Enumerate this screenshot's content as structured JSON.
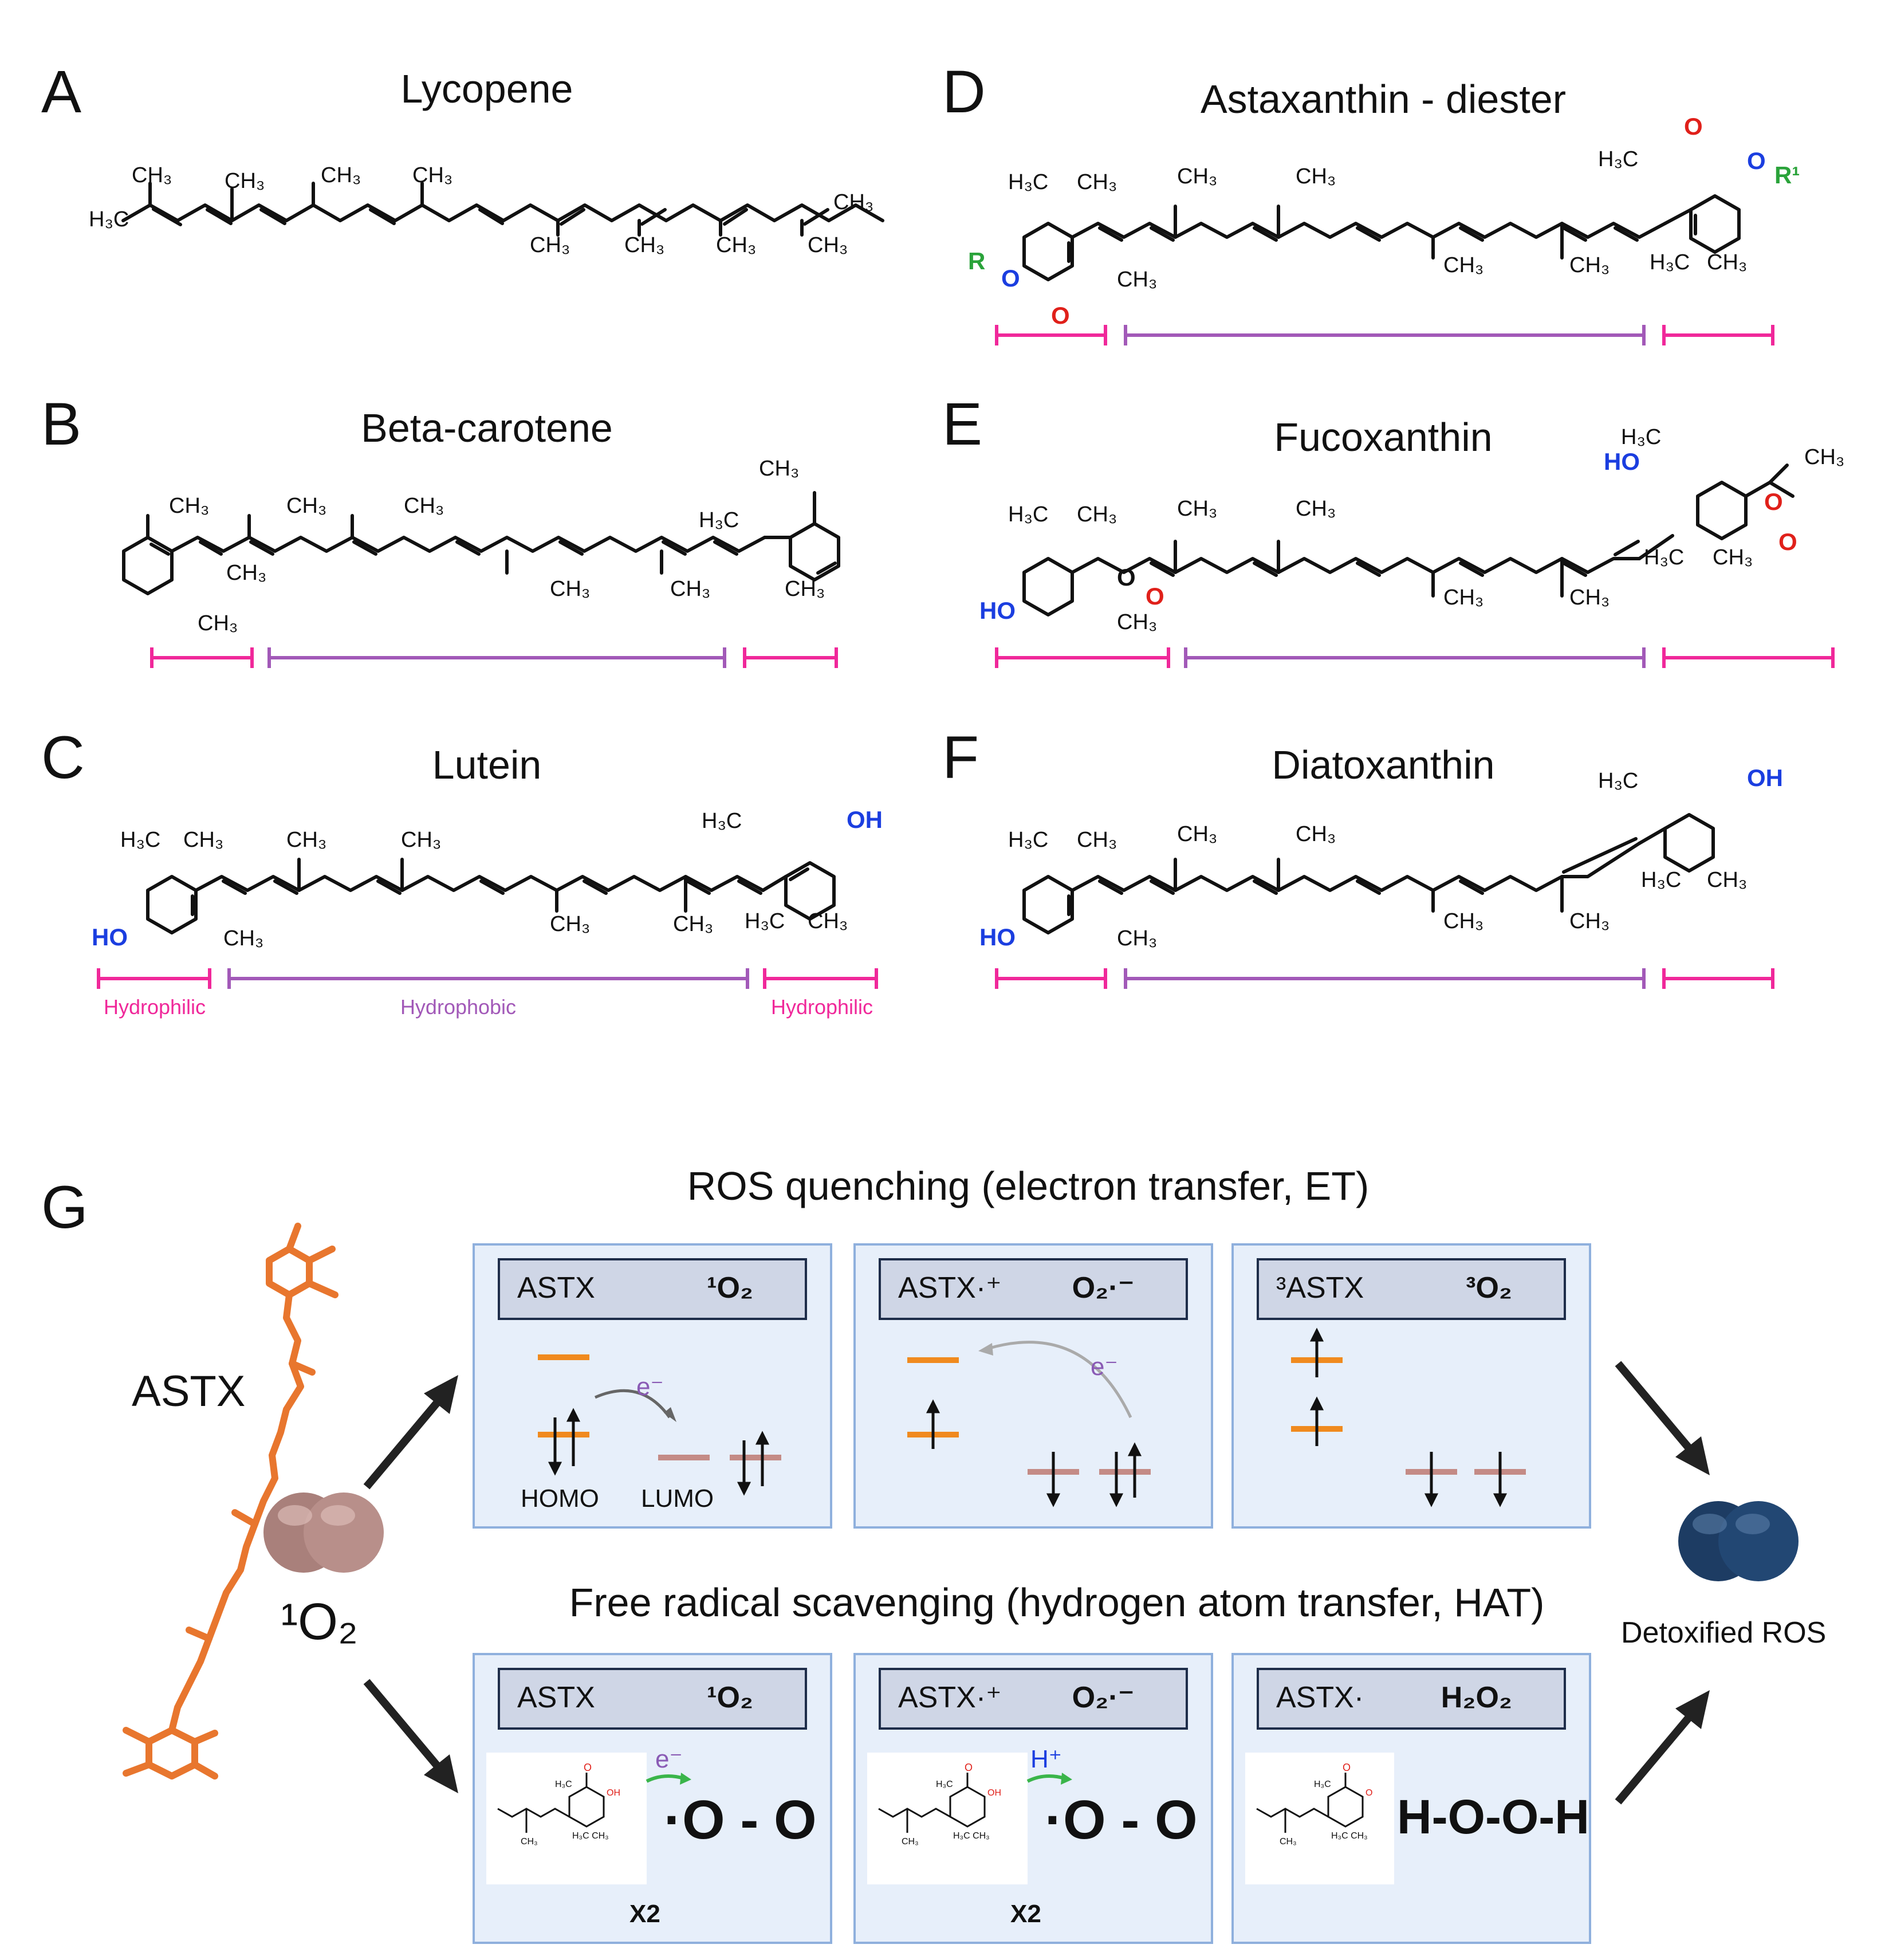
{
  "panels": {
    "A": {
      "letter": "A",
      "title": "Lycopene"
    },
    "B": {
      "letter": "B",
      "title": "Beta-carotene"
    },
    "C": {
      "letter": "C",
      "title": "Lutein"
    },
    "D": {
      "letter": "D",
      "title": "Astaxanthin - diester"
    },
    "E": {
      "letter": "E",
      "title": "Fucoxanthin"
    },
    "F": {
      "letter": "F",
      "title": "Diatoxanthin"
    },
    "G": {
      "letter": "G"
    }
  },
  "region_labels": {
    "left": "Hydrophilic",
    "middle": "Hydrophobic",
    "right": "Hydrophilic"
  },
  "chem": {
    "ch3": "CH₃",
    "h3c": "H₃C",
    "oh": "OH",
    "ho": "HO",
    "o": "O",
    "r": "R",
    "r1": "R¹"
  },
  "g": {
    "astx_label": "ASTX",
    "singlet_o2_label": "¹O₂",
    "et_title": "ROS quenching (electron transfer, ET)",
    "hat_title": "Free radical scavenging (hydrogen atom transfer, HAT)",
    "detox_label": "Detoxified ROS",
    "et_boxes": [
      {
        "left": "ASTX",
        "right": "¹O₂"
      },
      {
        "left": "ASTX·⁺",
        "right": "O₂·⁻"
      },
      {
        "left": "³ASTX",
        "right": "³O₂"
      }
    ],
    "hat_boxes": [
      {
        "left": "ASTX",
        "right": "¹O₂",
        "formula": "·O - O",
        "multiplier": "X2",
        "transfer": "e⁻"
      },
      {
        "left": "ASTX·⁺",
        "right": "O₂·⁻",
        "formula": "·O - O",
        "multiplier": "X2",
        "transfer": "H⁺"
      },
      {
        "left": "ASTX·",
        "right": "H₂O₂",
        "formula": "H-O-O-H"
      }
    ],
    "electron": "e⁻",
    "homo": "HOMO",
    "lumo": "LUMO"
  },
  "colors": {
    "pink": "#f0289a",
    "purple": "#a259b8",
    "orange": "#f08a1e",
    "rose": "#c48b86",
    "box_fill": "#e7effa",
    "box_border": "#8fb0dd",
    "header_fill": "#cfd6e6",
    "header_border": "#1e2d4a",
    "navy": "#1d3c63",
    "astx_orange": "#e8762e"
  }
}
